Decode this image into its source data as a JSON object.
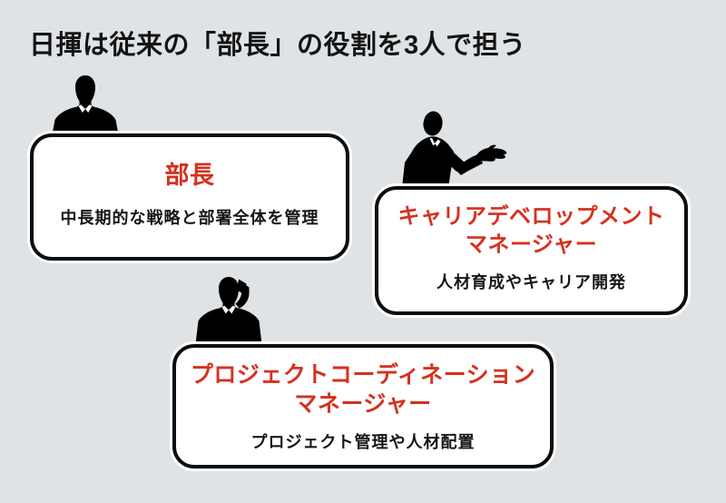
{
  "title": "日揮は従来の「部長」の役割を3人で担う",
  "colors": {
    "background": "#dfe3e6",
    "accent_red": "#d5311f",
    "ink": "#141414",
    "card_background": "#ffffff",
    "card_border": "#0d0d0d",
    "silhouette": "#000000"
  },
  "roles": [
    {
      "name": "部長",
      "name_line2": "",
      "desc": "中長期的な戦略と部署全体を管理",
      "figure": "businessman-bust"
    },
    {
      "name": "キャリアデベロップメント",
      "name_line2": "マネージャー",
      "desc": "人材育成やキャリア開発",
      "figure": "businessman-gesturing"
    },
    {
      "name": "プロジェクトコーディネーション",
      "name_line2": "マネージャー",
      "desc": "プロジェクト管理や人材配置",
      "figure": "businessman-on-phone"
    }
  ]
}
